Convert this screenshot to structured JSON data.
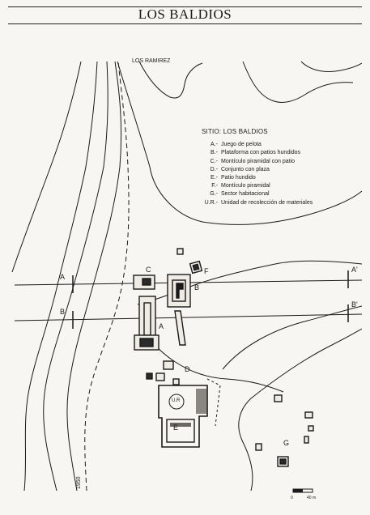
{
  "title": "LOS BALDIOS",
  "place_name": "LOS RAMIREZ",
  "legend": {
    "heading": "SITIO: LOS BALDIOS",
    "items": [
      {
        "key": "A.-",
        "text": "Juego de pelota"
      },
      {
        "key": "B.-",
        "text": "Plataforma con patios hundidos"
      },
      {
        "key": "C.-",
        "text": "Montículo piramidal con patio"
      },
      {
        "key": "D.-",
        "text": "Conjunto con plaza"
      },
      {
        "key": "E.-",
        "text": "Patio hundido"
      },
      {
        "key": "F.-",
        "text": "Montículo piramidal"
      },
      {
        "key": "G.-",
        "text": "Sector habitacional"
      },
      {
        "key": "U.R.-",
        "text": "Unidad de recolección de materiales"
      }
    ]
  },
  "section_labels": {
    "a_left": "A",
    "a_right": "A'",
    "b_left": "B",
    "b_right": "B'"
  },
  "feature_labels": {
    "a": "A",
    "b": "B",
    "c": "C",
    "d": "D",
    "e": "E",
    "f": "F",
    "g": "G",
    "ur": "U.R"
  },
  "contour_label": "1950",
  "scale": {
    "start": "0",
    "end": "40 m"
  }
}
